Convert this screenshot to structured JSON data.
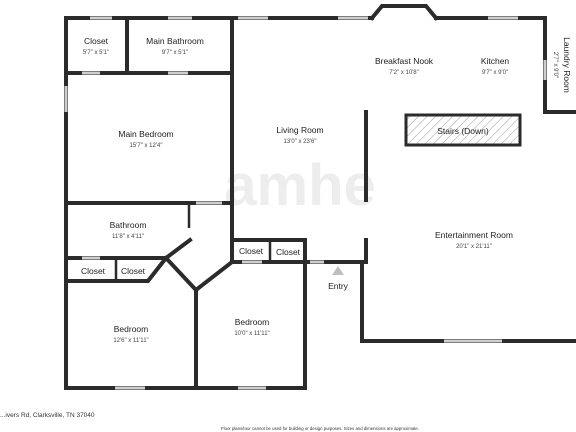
{
  "rooms": {
    "closet_top": {
      "name": "Closet",
      "dims": "5'7\" x 5'1\""
    },
    "main_bathroom": {
      "name": "Main Bathroom",
      "dims": "9'7\" x 5'1\""
    },
    "main_bedroom": {
      "name": "Main Bedroom",
      "dims": "15'7\" x 12'4\""
    },
    "living_room": {
      "name": "Living Room",
      "dims": "13'0\" x 23'6\""
    },
    "breakfast_nook": {
      "name": "Breakfast Nook",
      "dims": "7'2\" x 10'8\""
    },
    "kitchen": {
      "name": "Kitchen",
      "dims": "9'7\" x 9'0\""
    },
    "laundry_room": {
      "name": "Laundry Room",
      "dims": "2'7\" x 9'0\""
    },
    "stairs": {
      "name": "Stairs (Down)"
    },
    "bathroom": {
      "name": "Bathroom",
      "dims": "11'8\" x 4'11\""
    },
    "closet_a": {
      "name": "Closet"
    },
    "closet_b": {
      "name": "Closet"
    },
    "closet_c": {
      "name": "Closet"
    },
    "closet_d": {
      "name": "Closet"
    },
    "entertainment_room": {
      "name": "Entertainment Room",
      "dims": "20'1\" x 21'11\""
    },
    "bedroom_left": {
      "name": "Bedroom",
      "dims": "12'6\" x 11'11\""
    },
    "bedroom_right": {
      "name": "Bedroom",
      "dims": "10'0\" x 11'11\""
    }
  },
  "entry": {
    "label": "Entry"
  },
  "watermark": "amhe",
  "footer": {
    "address": "...ivers Rd, Clarksville, TN 37040",
    "disclaimer": "Floor plans/tour cannot be used for building or design purposes. Sizes and dimensions are approximate."
  }
}
